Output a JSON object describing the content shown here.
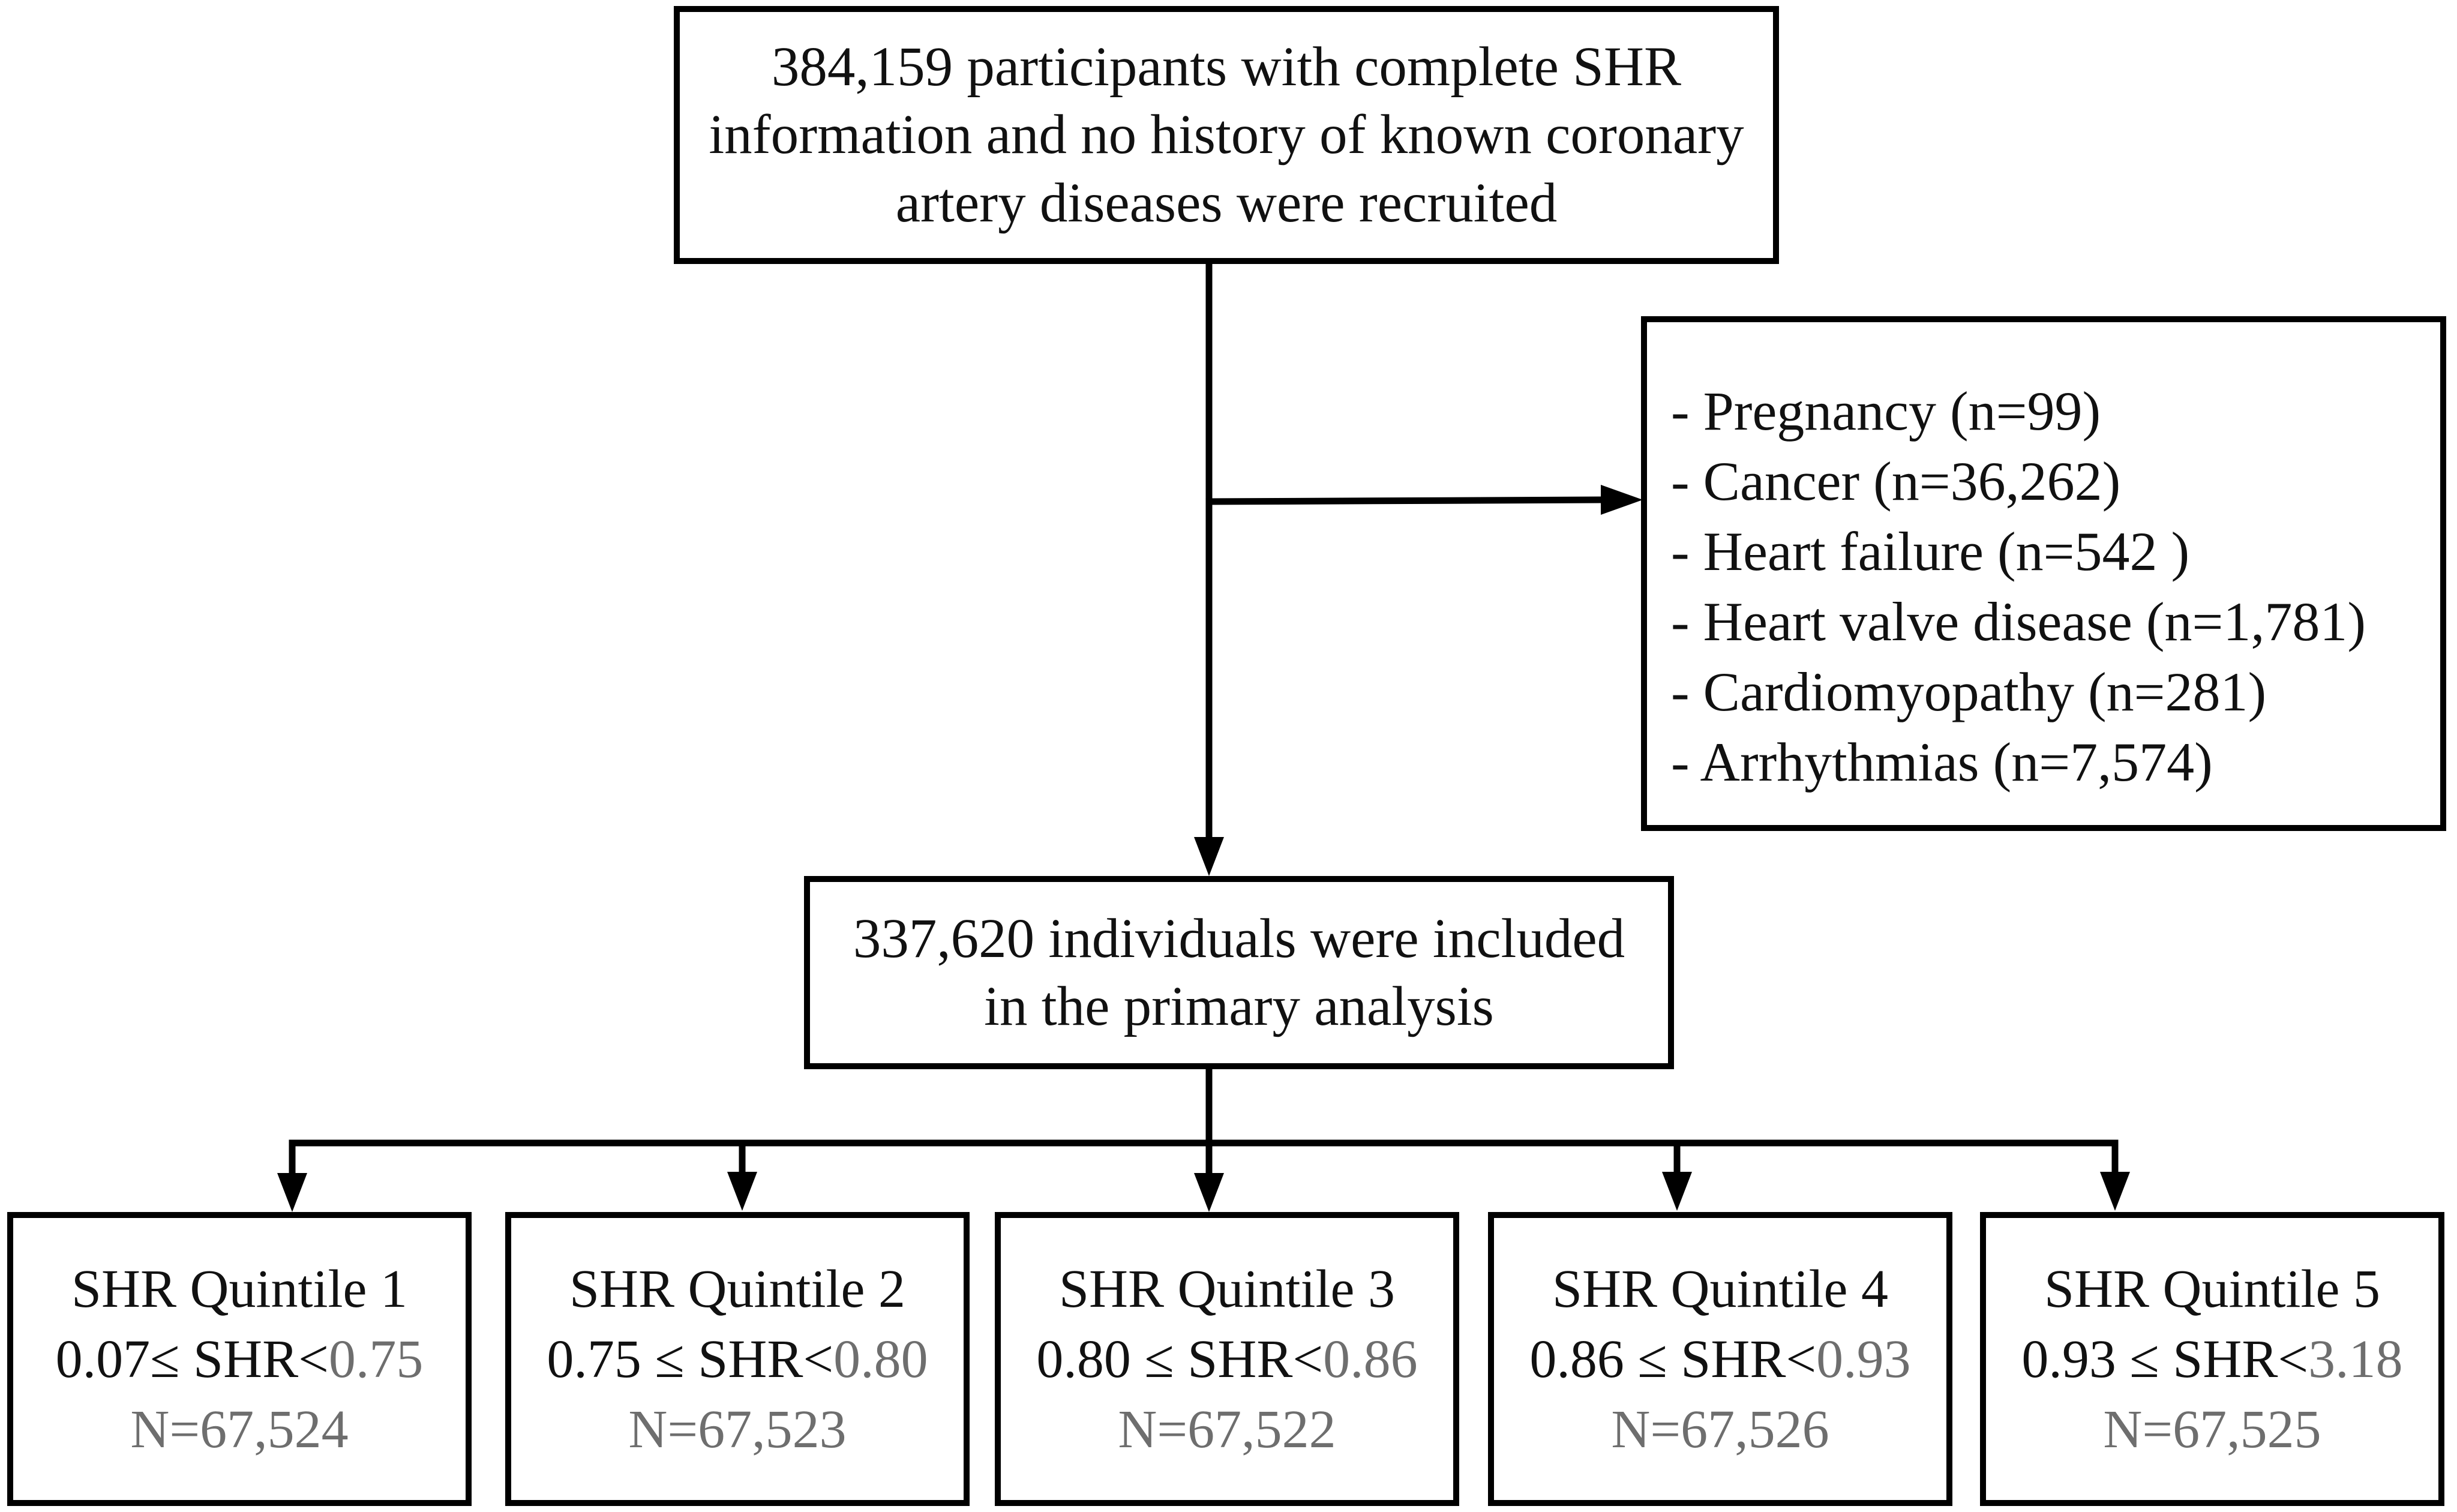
{
  "top_box": {
    "lines": [
      "384,159 participants with complete SHR",
      "information and no history of known coronary",
      "artery diseases were recruited"
    ]
  },
  "exclusions": {
    "items": [
      "- Pregnancy (n=99)",
      "- Cancer (n=36,262)",
      "- Heart failure (n=542 )",
      "- Heart valve disease (n=1,781)",
      "- Cardiomyopathy (n=281)",
      "- Arrhythmias (n=7,574)"
    ]
  },
  "middle_box": {
    "lines": [
      "337,620 individuals were included",
      "in the primary analysis"
    ]
  },
  "quintiles": [
    {
      "title": "SHR Quintile 1",
      "range_lead": "0.07≤ SHR<",
      "range_upper": "0.75",
      "n": "N=67,524"
    },
    {
      "title": "SHR Quintile 2",
      "range_lead": "0.75 ≤ SHR<",
      "range_upper": "0.80",
      "n": "N=67,523"
    },
    {
      "title": "SHR Quintile 3",
      "range_lead": "0.80 ≤ SHR<",
      "range_upper": "0.86",
      "n": "N=67,522"
    },
    {
      "title": "SHR Quintile 4",
      "range_lead": "0.86 ≤ SHR<",
      "range_upper": "0.93",
      "n": "N=67,526"
    },
    {
      "title": "SHR Quintile 5",
      "range_lead": "0.93 ≤ SHR<",
      "range_upper": "3.18",
      "n": "N=67,525"
    }
  ]
}
